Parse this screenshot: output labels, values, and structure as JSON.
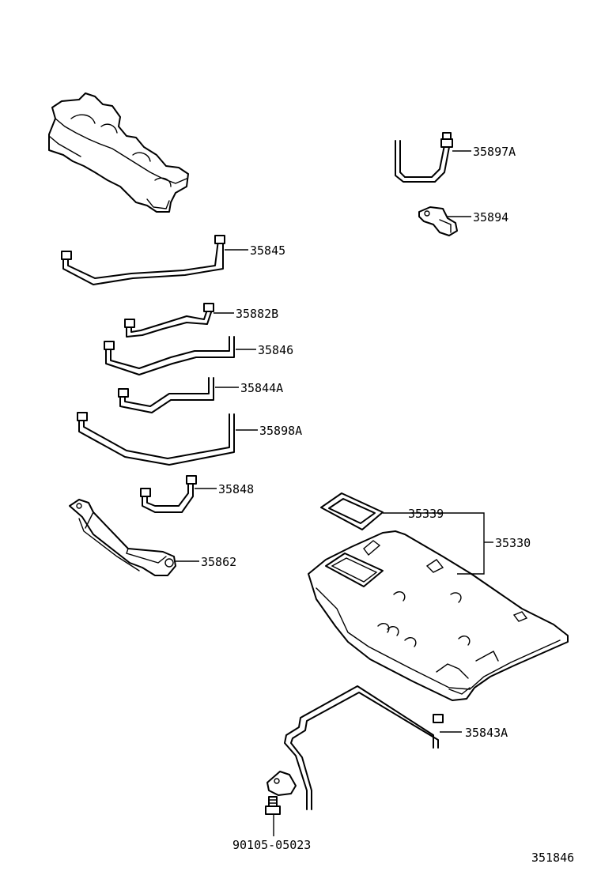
{
  "diagram_id": "351846",
  "parts": [
    {
      "id": "p35897A",
      "number": "35897A"
    },
    {
      "id": "p35894",
      "number": "35894"
    },
    {
      "id": "p35845",
      "number": "35845"
    },
    {
      "id": "p35882B",
      "number": "35882B"
    },
    {
      "id": "p35846",
      "number": "35846"
    },
    {
      "id": "p35844A",
      "number": "35844A"
    },
    {
      "id": "p35898A",
      "number": "35898A"
    },
    {
      "id": "p35848",
      "number": "35848"
    },
    {
      "id": "p35339",
      "number": "35339"
    },
    {
      "id": "p35330",
      "number": "35330"
    },
    {
      "id": "p35862",
      "number": "35862"
    },
    {
      "id": "p35843A",
      "number": "35843A"
    },
    {
      "id": "p90105",
      "number": "90105-05023"
    }
  ]
}
